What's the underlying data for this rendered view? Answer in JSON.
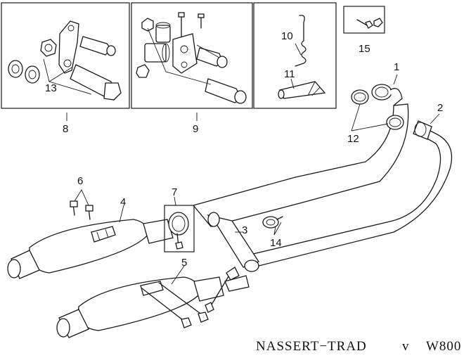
{
  "diagram": {
    "title": "NASSERT−TRAD",
    "variant_mark": "v",
    "model": "W800",
    "callouts": [
      {
        "id": "1",
        "text": "1"
      },
      {
        "id": "2",
        "text": "2"
      },
      {
        "id": "3",
        "text": "3"
      },
      {
        "id": "4",
        "text": "4"
      },
      {
        "id": "5",
        "text": "5"
      },
      {
        "id": "6",
        "text": "6"
      },
      {
        "id": "7",
        "text": "7"
      },
      {
        "id": "8",
        "text": "8"
      },
      {
        "id": "9",
        "text": "9"
      },
      {
        "id": "10",
        "text": "10"
      },
      {
        "id": "11",
        "text": "11"
      },
      {
        "id": "12",
        "text": "12"
      },
      {
        "id": "13",
        "text": "13"
      },
      {
        "id": "14",
        "text": "14"
      },
      {
        "id": "15",
        "text": "15"
      }
    ]
  }
}
